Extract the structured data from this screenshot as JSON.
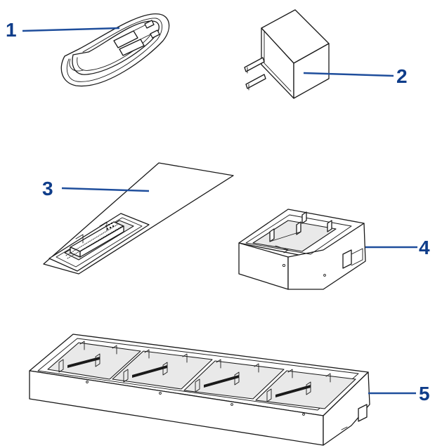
{
  "callouts": [
    {
      "number": "1"
    },
    {
      "number": "2"
    },
    {
      "number": "3"
    },
    {
      "number": "4"
    },
    {
      "number": "5"
    }
  ],
  "colors": {
    "callout_text": "#0f3d8a",
    "leader_line": "#1f4e9c",
    "line_art": "#1a1a1a",
    "background": "#ffffff"
  }
}
